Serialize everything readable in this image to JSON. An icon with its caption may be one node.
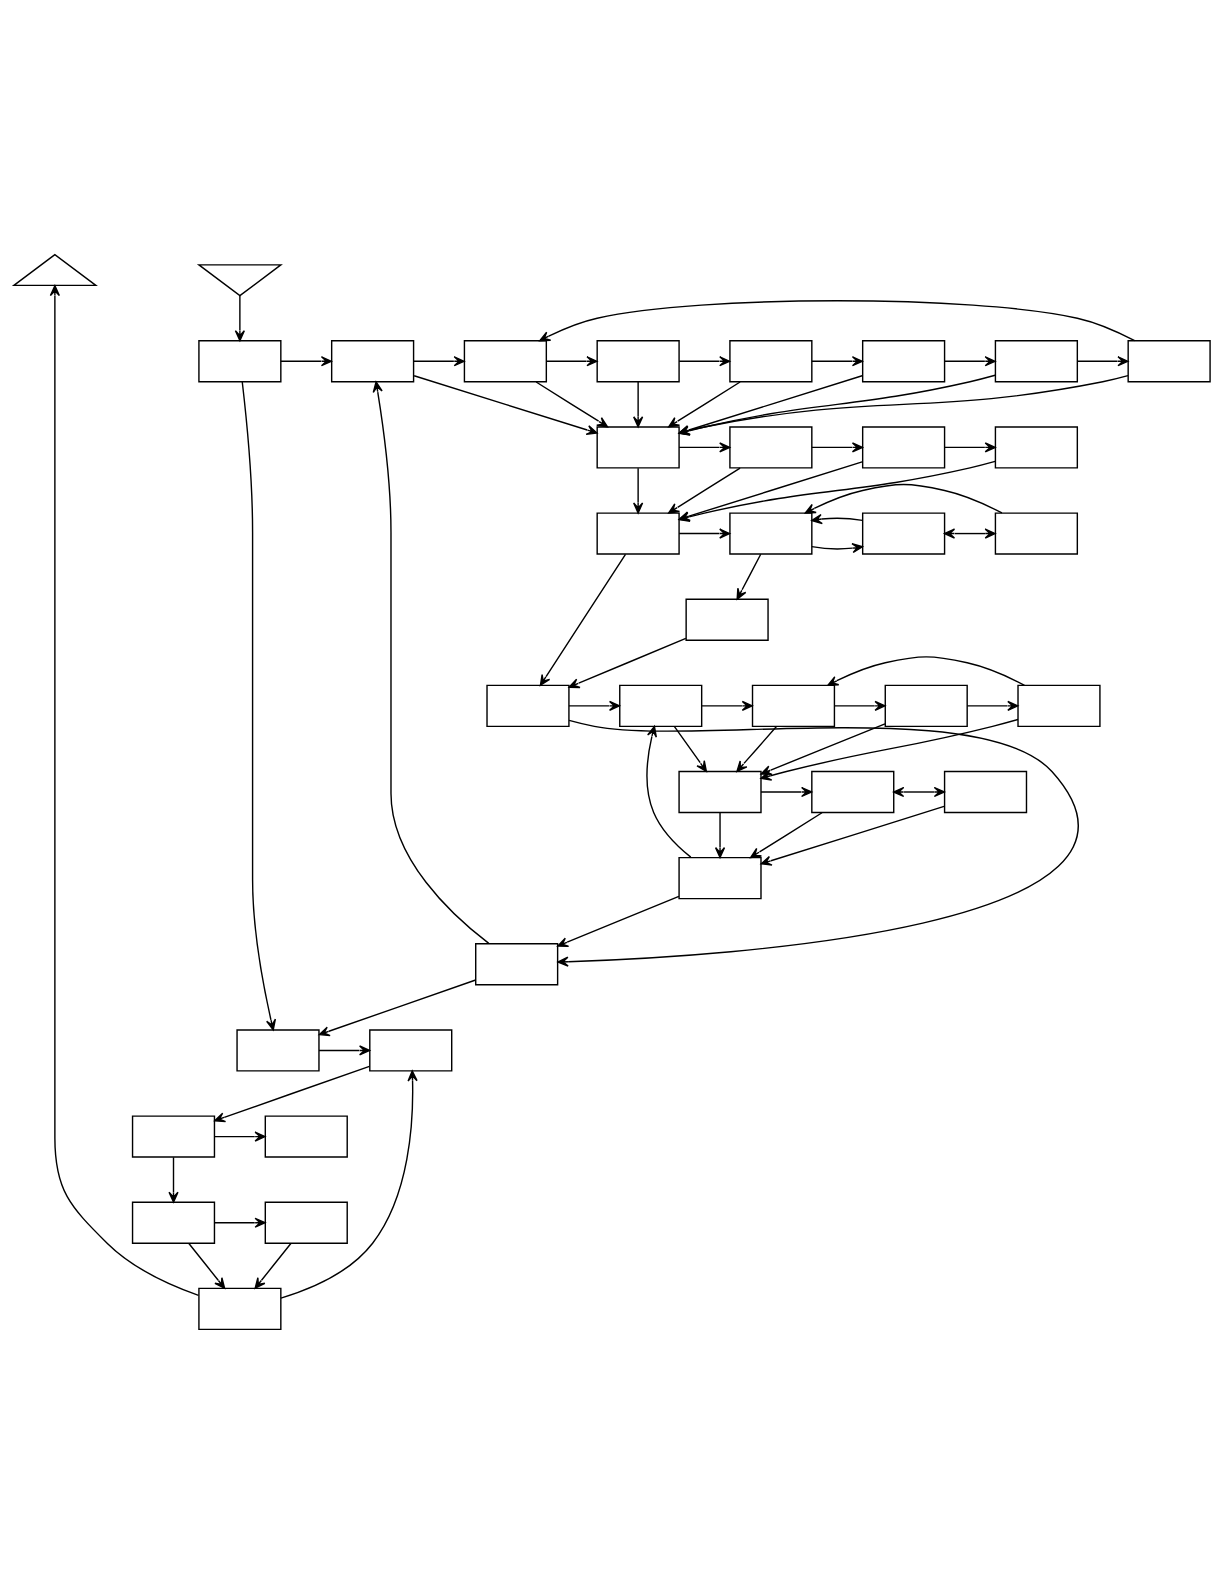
{
  "diagram": {
    "nodes": [
      {
        "text": [],
        "shape": "triangle"
      },
      {
        "text": [],
        "shape": "triangle"
      },
      {
        "text": [],
        "shape": "box"
      },
      {
        "text": [],
        "shape": "box"
      },
      {
        "text": [],
        "shape": "box"
      },
      {
        "text": [],
        "shape": "box"
      },
      {
        "text": [],
        "shape": "box"
      },
      {
        "text": [],
        "shape": "box"
      },
      {
        "text": [],
        "shape": "box"
      },
      {
        "text": [],
        "shape": "box"
      },
      {
        "text": [],
        "shape": "box"
      },
      {
        "text": [],
        "shape": "box"
      },
      {
        "text": [],
        "shape": "box"
      },
      {
        "text": [],
        "shape": "box"
      },
      {
        "text": [],
        "shape": "box"
      },
      {
        "text": [],
        "shape": "box"
      },
      {
        "text": [],
        "shape": "box"
      },
      {
        "text": [],
        "shape": "box"
      },
      {
        "text": [],
        "shape": "box"
      },
      {
        "text": [],
        "shape": "box"
      },
      {
        "text": [],
        "shape": "box"
      },
      {
        "text": [],
        "shape": "box"
      },
      {
        "text": [],
        "shape": "box"
      },
      {
        "text": [],
        "shape": "box"
      },
      {
        "text": [],
        "shape": "box"
      },
      {
        "text": [],
        "shape": "box"
      },
      {
        "text": [],
        "shape": "box"
      },
      {
        "text": [],
        "shape": "box"
      },
      {
        "text": [],
        "shape": "box"
      },
      {
        "text": [],
        "shape": "box"
      },
      {
        "text": [],
        "shape": "box"
      },
      {
        "text": [],
        "shape": "box"
      },
      {
        "text": [],
        "shape": "box"
      },
      {
        "text": [],
        "shape": "box"
      },
      {
        "text": [],
        "shape": "box"
      },
      {
        "text": [],
        "shape": "box"
      }
    ],
    "edges": [
      {
        "from": 1,
        "to": 2,
        "arrow": "to"
      },
      {
        "from": 2,
        "to": 3,
        "arrow": "to"
      },
      {
        "from": 3,
        "to": 4,
        "arrow": "to"
      },
      {
        "from": 4,
        "to": 5,
        "arrow": "to"
      },
      {
        "from": 5,
        "to": 6,
        "arrow": "to"
      },
      {
        "from": 6,
        "to": 7,
        "arrow": "to"
      },
      {
        "from": 7,
        "to": 8,
        "arrow": "to"
      },
      {
        "from": 8,
        "to": 9,
        "arrow": "to"
      },
      {
        "from": 9,
        "to": 4,
        "arrow": "to"
      },
      {
        "from": 3,
        "to": 10,
        "arrow": "to"
      },
      {
        "from": 4,
        "to": 10,
        "arrow": "to"
      },
      {
        "from": 5,
        "to": 10,
        "arrow": "to"
      },
      {
        "from": 6,
        "to": 10,
        "arrow": "to"
      },
      {
        "from": 7,
        "to": 10,
        "arrow": "to"
      },
      {
        "from": 8,
        "to": 10,
        "arrow": "to"
      },
      {
        "from": 9,
        "to": 10,
        "arrow": "to"
      },
      {
        "from": 10,
        "to": 11,
        "arrow": "to"
      },
      {
        "from": 11,
        "to": 12,
        "arrow": "to"
      },
      {
        "from": 12,
        "to": 13,
        "arrow": "to"
      },
      {
        "from": 10,
        "to": 14,
        "arrow": "to"
      },
      {
        "from": 11,
        "to": 14,
        "arrow": "to"
      },
      {
        "from": 12,
        "to": 14,
        "arrow": "to"
      },
      {
        "from": 13,
        "to": 14,
        "arrow": "to"
      },
      {
        "from": 14,
        "to": 15,
        "arrow": "to"
      },
      {
        "from": 15,
        "to": 16,
        "arrow": "to"
      },
      {
        "from": 16,
        "to": 17,
        "arrow": "both"
      },
      {
        "from": 16,
        "to": 15,
        "arrow": "to"
      },
      {
        "from": 17,
        "to": 15,
        "arrow": "to"
      },
      {
        "from": 15,
        "to": 18,
        "arrow": "to"
      },
      {
        "from": 14,
        "to": 19,
        "arrow": "to"
      },
      {
        "from": 18,
        "to": 19,
        "arrow": "to"
      },
      {
        "from": 19,
        "to": 20,
        "arrow": "to"
      },
      {
        "from": 20,
        "to": 21,
        "arrow": "to"
      },
      {
        "from": 21,
        "to": 22,
        "arrow": "to"
      },
      {
        "from": 22,
        "to": 23,
        "arrow": "to"
      },
      {
        "from": 23,
        "to": 21,
        "arrow": "to"
      },
      {
        "from": 20,
        "to": 24,
        "arrow": "to"
      },
      {
        "from": 21,
        "to": 24,
        "arrow": "to"
      },
      {
        "from": 22,
        "to": 24,
        "arrow": "to"
      },
      {
        "from": 23,
        "to": 24,
        "arrow": "to"
      },
      {
        "from": 24,
        "to": 25,
        "arrow": "to"
      },
      {
        "from": 25,
        "to": 26,
        "arrow": "both"
      },
      {
        "from": 24,
        "to": 27,
        "arrow": "to"
      },
      {
        "from": 25,
        "to": 27,
        "arrow": "to"
      },
      {
        "from": 26,
        "to": 27,
        "arrow": "to"
      },
      {
        "from": 27,
        "to": 20,
        "arrow": "to"
      },
      {
        "from": 19,
        "to": 28,
        "arrow": "to"
      },
      {
        "from": 27,
        "to": 28,
        "arrow": "to"
      },
      {
        "from": 28,
        "to": 3,
        "arrow": "to"
      },
      {
        "from": 2,
        "to": 29,
        "arrow": "to"
      },
      {
        "from": 28,
        "to": 29,
        "arrow": "to"
      },
      {
        "from": 29,
        "to": 30,
        "arrow": "to"
      },
      {
        "from": 30,
        "to": 31,
        "arrow": "to"
      },
      {
        "from": 31,
        "to": 32,
        "arrow": "to"
      },
      {
        "from": 31,
        "to": 33,
        "arrow": "to"
      },
      {
        "from": 33,
        "to": 34,
        "arrow": "to"
      },
      {
        "from": 33,
        "to": 35,
        "arrow": "to"
      },
      {
        "from": 34,
        "to": 35,
        "arrow": "to"
      },
      {
        "from": 35,
        "to": 30,
        "arrow": "to"
      },
      {
        "from": 35,
        "to": 0,
        "arrow": "to"
      }
    ]
  }
}
